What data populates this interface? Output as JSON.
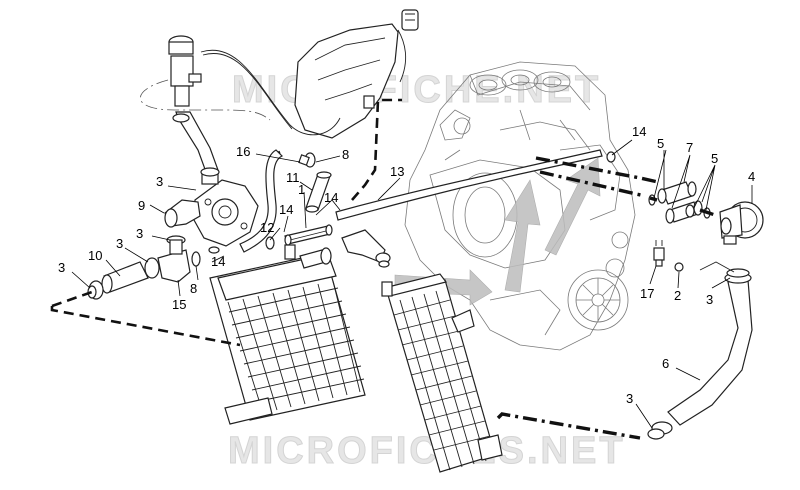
{
  "watermark": {
    "top": "MICROFICHE.NET",
    "bottom": "MICROFICHES.NET"
  },
  "callouts": [
    {
      "id": "c16",
      "text": "16"
    },
    {
      "id": "c8a",
      "text": "8"
    },
    {
      "id": "c13",
      "text": "13"
    },
    {
      "id": "c14a",
      "text": "14"
    },
    {
      "id": "c5a",
      "text": "5"
    },
    {
      "id": "c7",
      "text": "7"
    },
    {
      "id": "c5b",
      "text": "5"
    },
    {
      "id": "c4",
      "text": "4"
    },
    {
      "id": "c3a",
      "text": "3"
    },
    {
      "id": "c9",
      "text": "9"
    },
    {
      "id": "c11",
      "text": "11"
    },
    {
      "id": "c1",
      "text": "1"
    },
    {
      "id": "c14b",
      "text": "14"
    },
    {
      "id": "c14c",
      "text": "14"
    },
    {
      "id": "c12",
      "text": "12"
    },
    {
      "id": "c3b",
      "text": "3"
    },
    {
      "id": "c3c",
      "text": "3"
    },
    {
      "id": "c10",
      "text": "10"
    },
    {
      "id": "c3d",
      "text": "3"
    },
    {
      "id": "c14d",
      "text": "14"
    },
    {
      "id": "c8b",
      "text": "8"
    },
    {
      "id": "c15",
      "text": "15"
    },
    {
      "id": "c17",
      "text": "17"
    },
    {
      "id": "c2",
      "text": "2"
    },
    {
      "id": "c3e",
      "text": "3"
    },
    {
      "id": "c6",
      "text": "6"
    },
    {
      "id": "c3f",
      "text": "3"
    }
  ]
}
